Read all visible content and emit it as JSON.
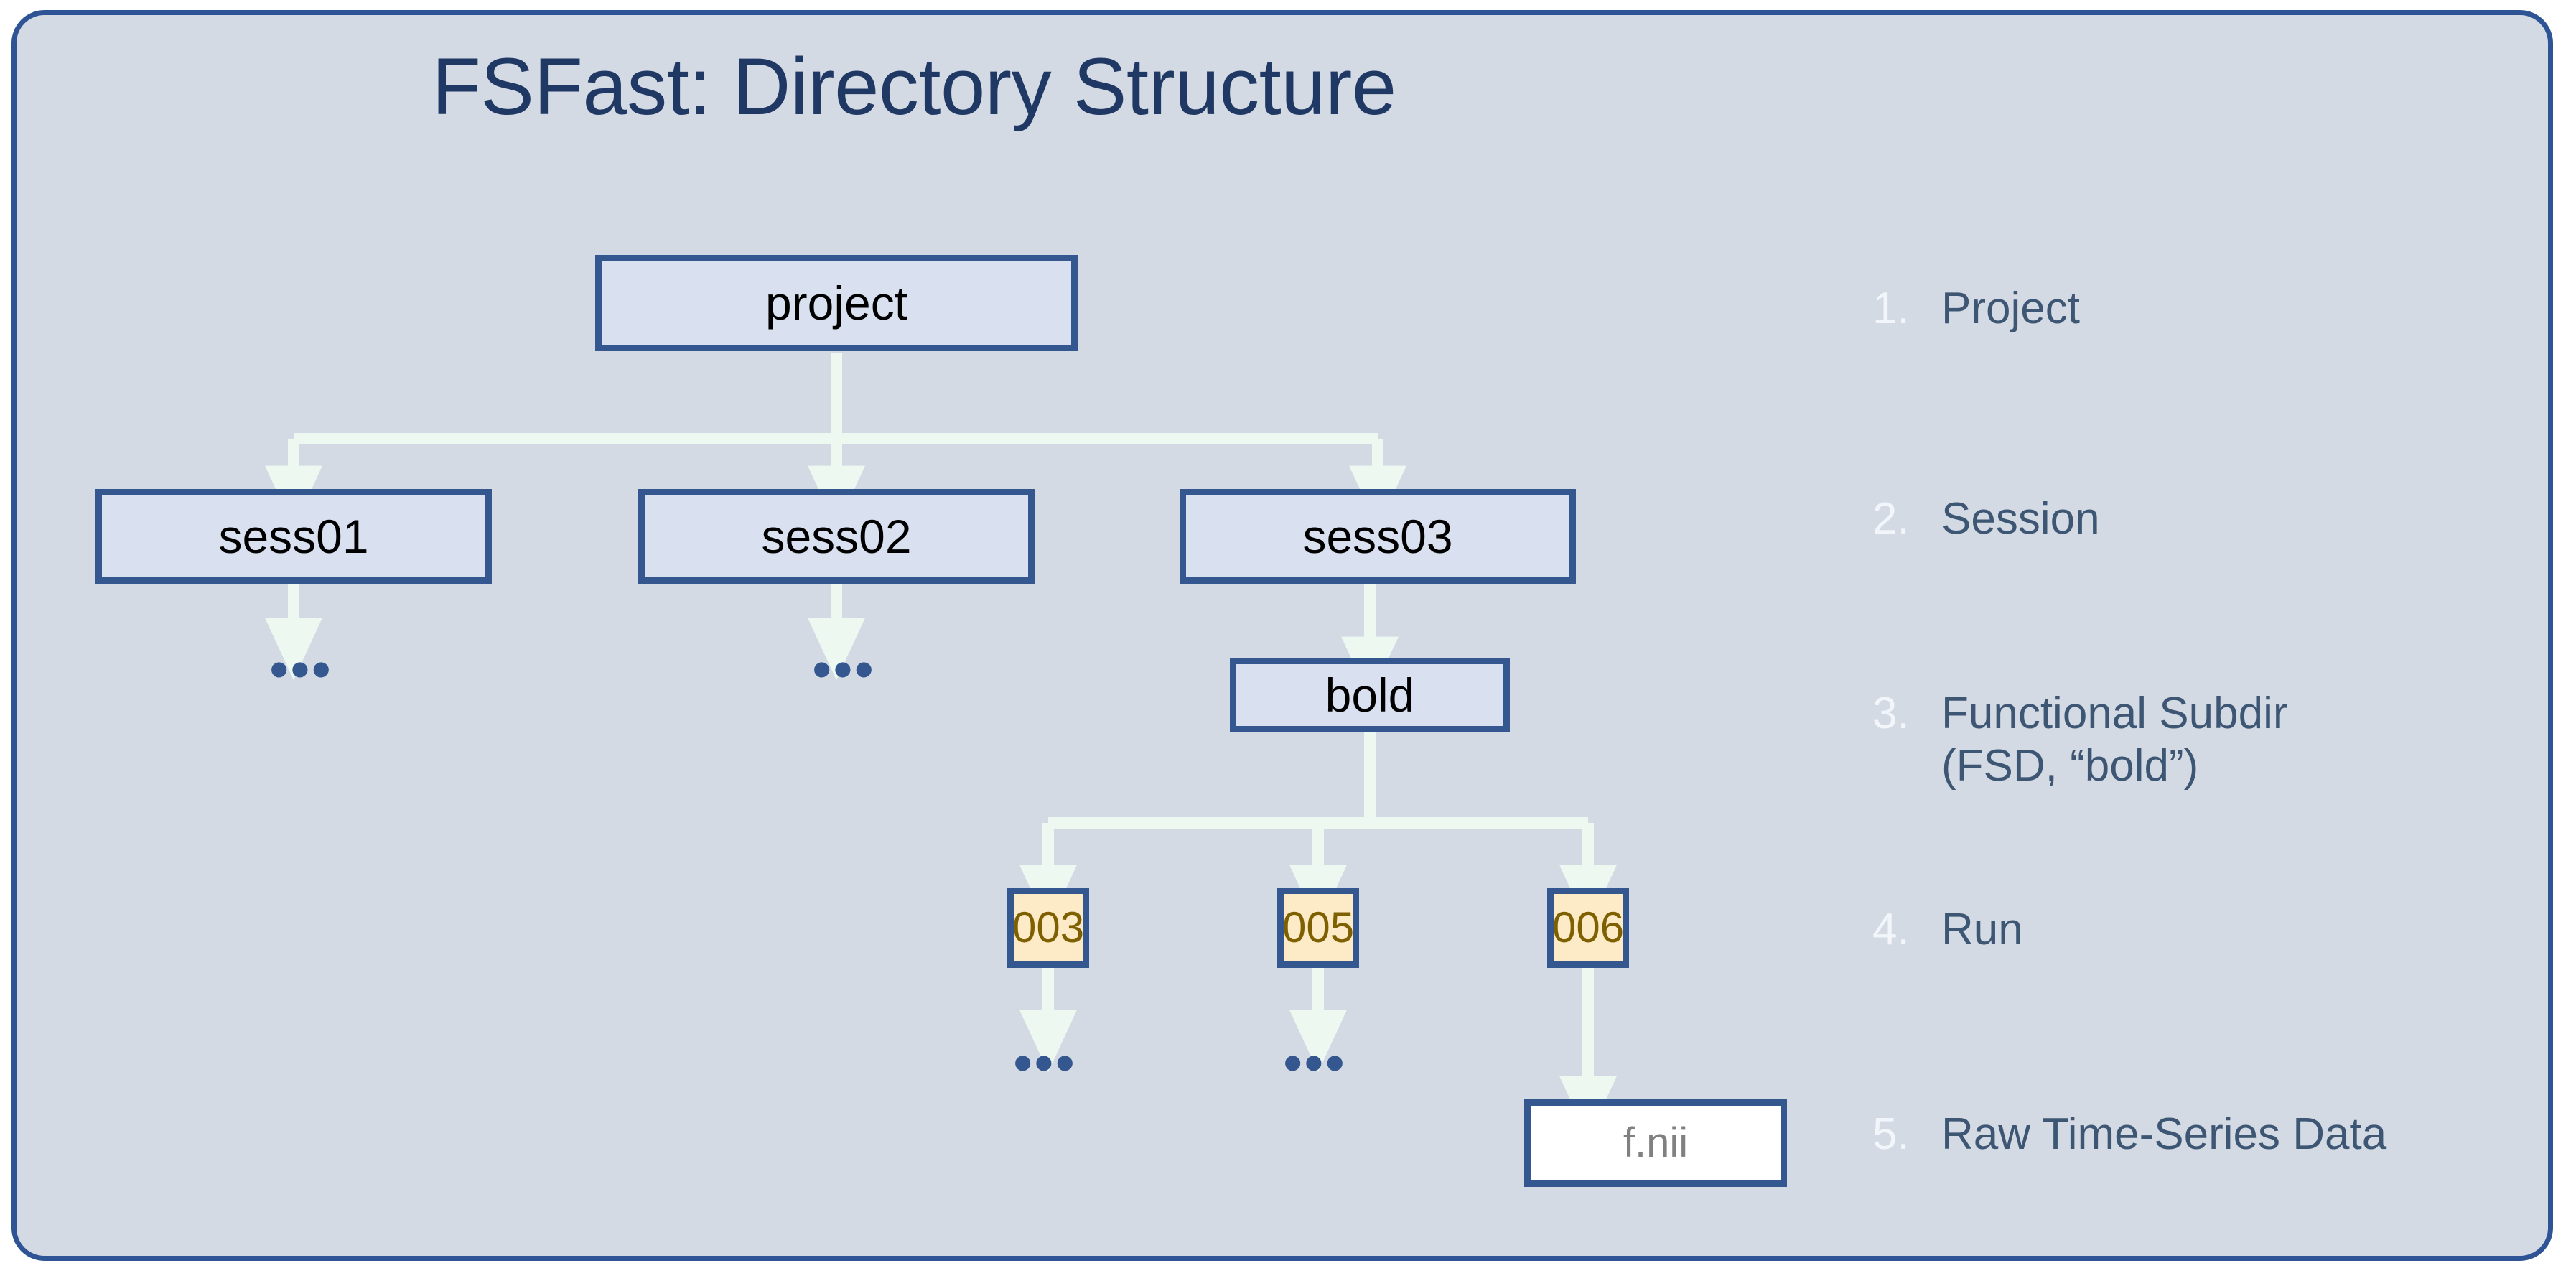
{
  "slide": {
    "title": "FSFast: Directory Structure",
    "background_color": "#D4DAE4",
    "border_color": "#2F5496",
    "title_color": "#1F3864"
  },
  "colors": {
    "node_border": "#34578F",
    "dir_fill": "#D9E0F0",
    "dir_text": "#000000",
    "run_fill": "#FDEBC8",
    "run_text": "#7F6000",
    "file_fill": "#FFFFFF",
    "file_text": "#808080",
    "connector": "#ECF8F0",
    "ellipsis": "#34578F",
    "legend_number": "#F2F6FA",
    "legend_label": "#3D5673"
  },
  "tree": {
    "root": {
      "label": "project",
      "kind": "directory"
    },
    "sessions": [
      {
        "label": "sess01",
        "kind": "directory"
      },
      {
        "label": "sess02",
        "kind": "directory"
      },
      {
        "label": "sess03",
        "kind": "directory"
      }
    ],
    "fsd": {
      "label": "bold",
      "kind": "directory"
    },
    "runs": [
      {
        "label": "003",
        "kind": "run"
      },
      {
        "label": "005",
        "kind": "run"
      },
      {
        "label": "006",
        "kind": "run"
      }
    ],
    "file": {
      "label": "f.nii",
      "kind": "file"
    },
    "ellipsis_marker": "•••"
  },
  "legend": {
    "items": [
      {
        "number": "1.",
        "label": "Project"
      },
      {
        "number": "2.",
        "label": "Session"
      },
      {
        "number": "3.",
        "label": "Functional Subdir\n(FSD, “bold”)"
      },
      {
        "number": "4.",
        "label": "Run"
      },
      {
        "number": "5.",
        "label": "Raw Time-Series Data"
      }
    ]
  }
}
